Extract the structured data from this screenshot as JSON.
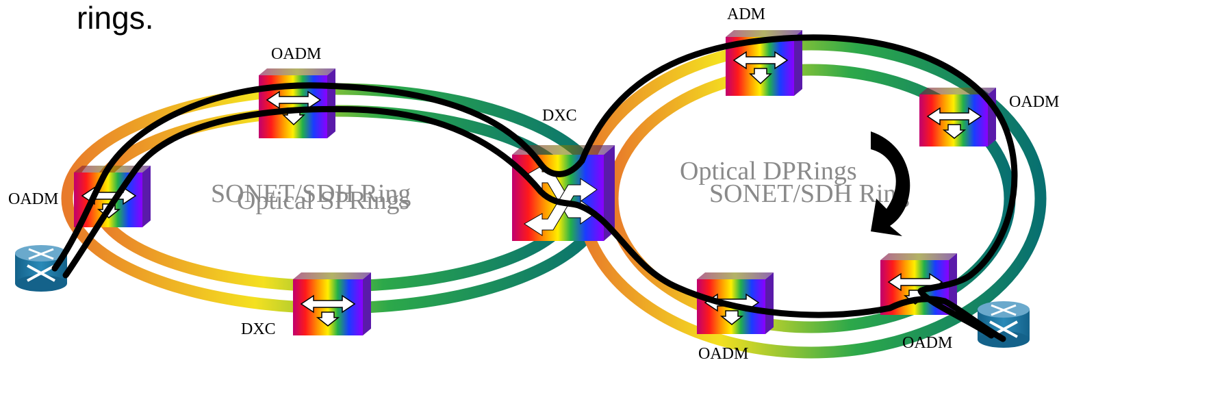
{
  "heading": "rings.",
  "colors": {
    "ring_path": "#000000",
    "ring_label": "#8a8a8a",
    "router_top": "#6aa9cc",
    "router_body": "#1b6f99",
    "spectrum": [
      "#c0006f",
      "#e8002a",
      "#ff8a00",
      "#ffd400",
      "#f2f200",
      "#2bb24a",
      "#0a7a7a",
      "#1a3cff",
      "#5a1aff",
      "#9a00ff"
    ]
  },
  "left_ring": {
    "label_a": "SONET/SDH Ring",
    "label_b": "Optical SPRings"
  },
  "right_ring": {
    "label_a": "Optical  DPRings",
    "label_b": "SONET/SDH Ring",
    "direction_icon": "curved-arrow-icon"
  },
  "nodes": {
    "left_top": "OADM",
    "left_side": "OADM",
    "left_bottom": "DXC",
    "center": "DXC",
    "right_top": "ADM",
    "right_side": "OADM",
    "right_bottom_left": "OADM",
    "right_bottom_right": "OADM"
  },
  "icons": {
    "node": "spectrum-cube-icon",
    "router": "router-icon"
  }
}
